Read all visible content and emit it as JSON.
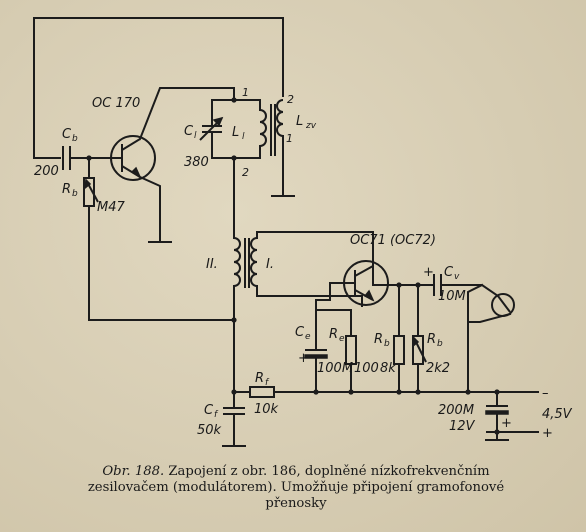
{
  "labels": {
    "t1": "OC 170",
    "t2": "OC71 (OC72)",
    "cb": "C",
    "cb_sub": "b",
    "cb_val": "200",
    "rb": "R",
    "rb_sub": "b",
    "rb_val": "M47",
    "c1": "C",
    "c1_sub": "l",
    "c1_val": "380",
    "l1": "L",
    "l1_sub": "l",
    "lzv": "L",
    "lzv_sub": "zv",
    "pin1_top": "1",
    "pin2_top": "2",
    "pin1_right": "1",
    "pin2_bottom": "2",
    "tr_primary": "II.",
    "tr_secondary": "I.",
    "ce": "C",
    "ce_sub": "e",
    "ce_val": "100M",
    "re": "R",
    "re_sub": "e",
    "re_val": "100",
    "rb1": "R",
    "rb1_sub": "b",
    "rb1_val": "8k",
    "rb2": "R",
    "rb2_sub": "b",
    "rb2_val": "2k2",
    "cv": "C",
    "cv_sub": "v",
    "cv_val": "10M",
    "rf": "R",
    "rf_sub": "f",
    "rf_val": "10k",
    "cf": "C",
    "cf_sub": "f",
    "cf_val": "50k",
    "cbat_val1": "200M",
    "cbat_val2": "12V",
    "batt_val": "4,5V",
    "minus": "–",
    "plus": "+",
    "ce_plus": "+",
    "cv_plus": "+",
    "cbat_plus": "+"
  },
  "caption": {
    "label": "Obr. 188.",
    "line1": "Zapojení z obr. 186, doplněné nízkofrekvenčním",
    "line2": "zesilovačem (modulátorem). Umožňuje připojení gramofonové",
    "line3": "přenosky"
  }
}
